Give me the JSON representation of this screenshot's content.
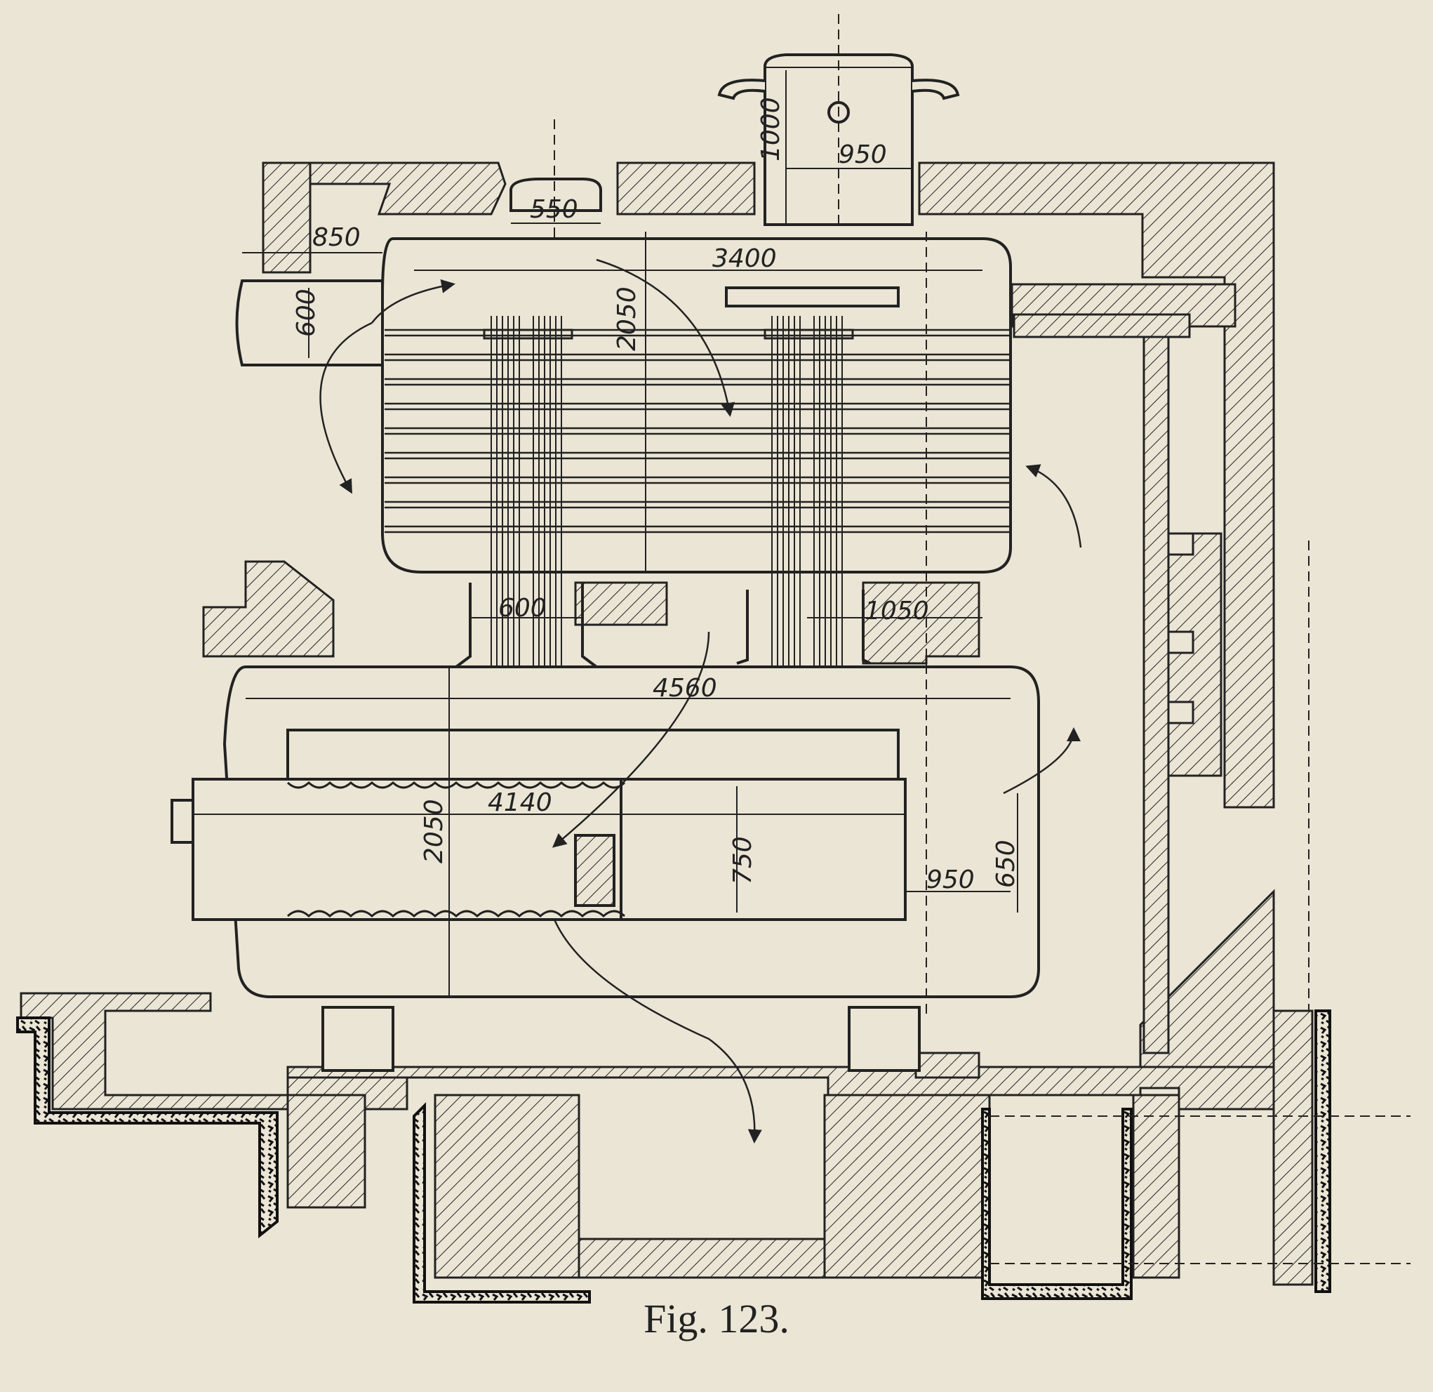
{
  "figure": {
    "caption": "Fig. 123."
  },
  "dimensions": {
    "d1000": "1000",
    "d950_top": "950",
    "d550": "550",
    "d850": "850",
    "d3400": "3400",
    "d600_left": "600",
    "d2050_upper": "2050",
    "d600_mid": "600",
    "d1050": "1050",
    "d4560": "4560",
    "d4140": "4140",
    "d2050_lower": "2050",
    "d750": "750",
    "d950_bottom": "950",
    "d650": "650"
  },
  "colors": {
    "paper": "#ebe5d5",
    "ink": "#222222"
  }
}
